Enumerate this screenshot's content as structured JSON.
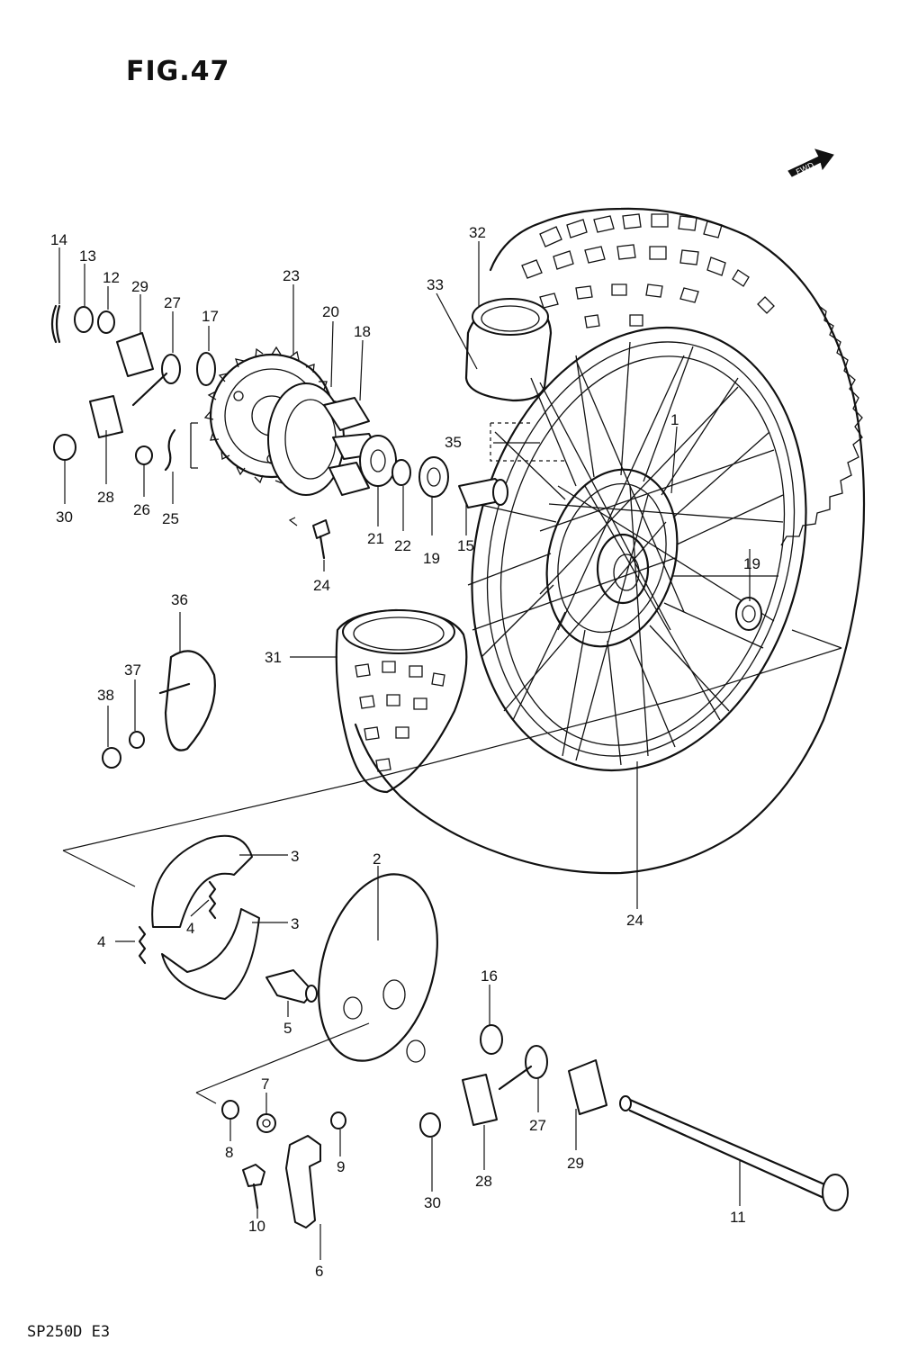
{
  "figure": {
    "title": "FIG.47",
    "model": "SP250D  E3",
    "fwd_label": "FWD"
  },
  "parts": [
    {
      "id": "p1",
      "label": "1"
    },
    {
      "id": "p2",
      "label": "2"
    },
    {
      "id": "p3a",
      "label": "3"
    },
    {
      "id": "p3b",
      "label": "3"
    },
    {
      "id": "p4a",
      "label": "4"
    },
    {
      "id": "p4b",
      "label": "4"
    },
    {
      "id": "p5",
      "label": "5"
    },
    {
      "id": "p6",
      "label": "6"
    },
    {
      "id": "p7",
      "label": "7"
    },
    {
      "id": "p8",
      "label": "8"
    },
    {
      "id": "p9",
      "label": "9"
    },
    {
      "id": "p10",
      "label": "10"
    },
    {
      "id": "p11",
      "label": "11"
    },
    {
      "id": "p12",
      "label": "12"
    },
    {
      "id": "p13",
      "label": "13"
    },
    {
      "id": "p14",
      "label": "14"
    },
    {
      "id": "p15",
      "label": "15"
    },
    {
      "id": "p16",
      "label": "16"
    },
    {
      "id": "p17",
      "label": "17"
    },
    {
      "id": "p18",
      "label": "18"
    },
    {
      "id": "p19a",
      "label": "19"
    },
    {
      "id": "p19b",
      "label": "19"
    },
    {
      "id": "p20",
      "label": "20"
    },
    {
      "id": "p21",
      "label": "21"
    },
    {
      "id": "p22",
      "label": "22"
    },
    {
      "id": "p23",
      "label": "23"
    },
    {
      "id": "p24a",
      "label": "24"
    },
    {
      "id": "p24b",
      "label": "24"
    },
    {
      "id": "p25",
      "label": "25"
    },
    {
      "id": "p26",
      "label": "26"
    },
    {
      "id": "p27a",
      "label": "27"
    },
    {
      "id": "p27b",
      "label": "27"
    },
    {
      "id": "p28a",
      "label": "28"
    },
    {
      "id": "p28b",
      "label": "28"
    },
    {
      "id": "p29a",
      "label": "29"
    },
    {
      "id": "p29b",
      "label": "29"
    },
    {
      "id": "p30a",
      "label": "30"
    },
    {
      "id": "p30b",
      "label": "30"
    },
    {
      "id": "p31",
      "label": "31"
    },
    {
      "id": "p32",
      "label": "32"
    },
    {
      "id": "p33",
      "label": "33"
    },
    {
      "id": "p35",
      "label": "35"
    },
    {
      "id": "p36",
      "label": "36"
    },
    {
      "id": "p37",
      "label": "37"
    },
    {
      "id": "p38",
      "label": "38"
    }
  ]
}
